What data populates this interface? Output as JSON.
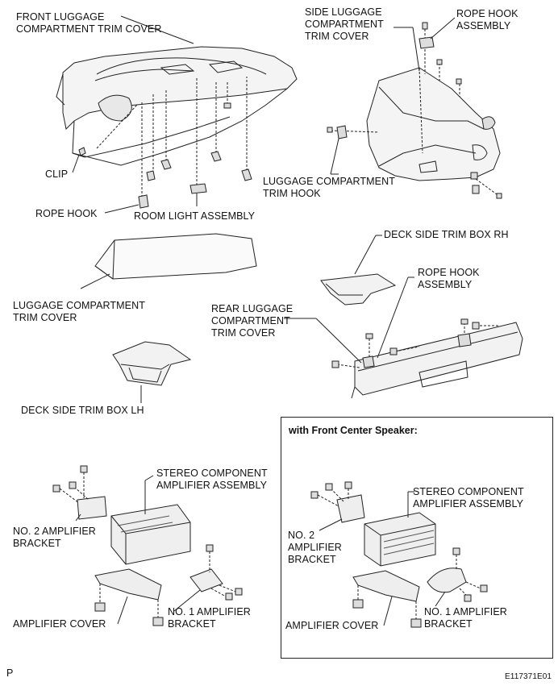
{
  "labels": {
    "front_trim_cover": "FRONT LUGGAGE\nCOMPARTMENT TRIM COVER",
    "clip": "CLIP",
    "rope_hook_1": "ROPE HOOK",
    "room_light": "ROOM LIGHT ASSEMBLY",
    "side_trim_cover": "SIDE LUGGAGE\nCOMPARTMENT\nTRIM COVER",
    "rope_hook_assembly_1": "ROPE HOOK\nASSEMBLY",
    "trim_hook": "LUGGAGE COMPARTMENT\nTRIM HOOK",
    "trim_cover": "LUGGAGE COMPARTMENT\nTRIM COVER",
    "deck_box_rh": "DECK SIDE TRIM BOX RH",
    "rope_hook_assembly_2": "ROPE HOOK\nASSEMBLY",
    "rear_trim_cover": "REAR LUGGAGE\nCOMPARTMENT\nTRIM COVER",
    "deck_box_lh": "DECK SIDE TRIM BOX LH",
    "amp_assembly_1": "STEREO COMPONENT\nAMPLIFIER ASSEMBLY",
    "no2_bracket_1": "NO. 2 AMPLIFIER\nBRACKET",
    "amp_cover_1": "AMPLIFIER COVER",
    "no1_bracket_1": "NO. 1 AMPLIFIER\nBRACKET",
    "box_title": "with Front Center Speaker:",
    "amp_assembly_2": "STEREO COMPONENT\nAMPLIFIER ASSEMBLY",
    "no2_bracket_2": "NO. 2\nAMPLIFIER\nBRACKET",
    "amp_cover_2": "AMPLIFIER COVER",
    "no1_bracket_2": "NO. 1 AMPLIFIER\nBRACKET",
    "corner_p": "P",
    "figure_id": "E117371E01"
  }
}
